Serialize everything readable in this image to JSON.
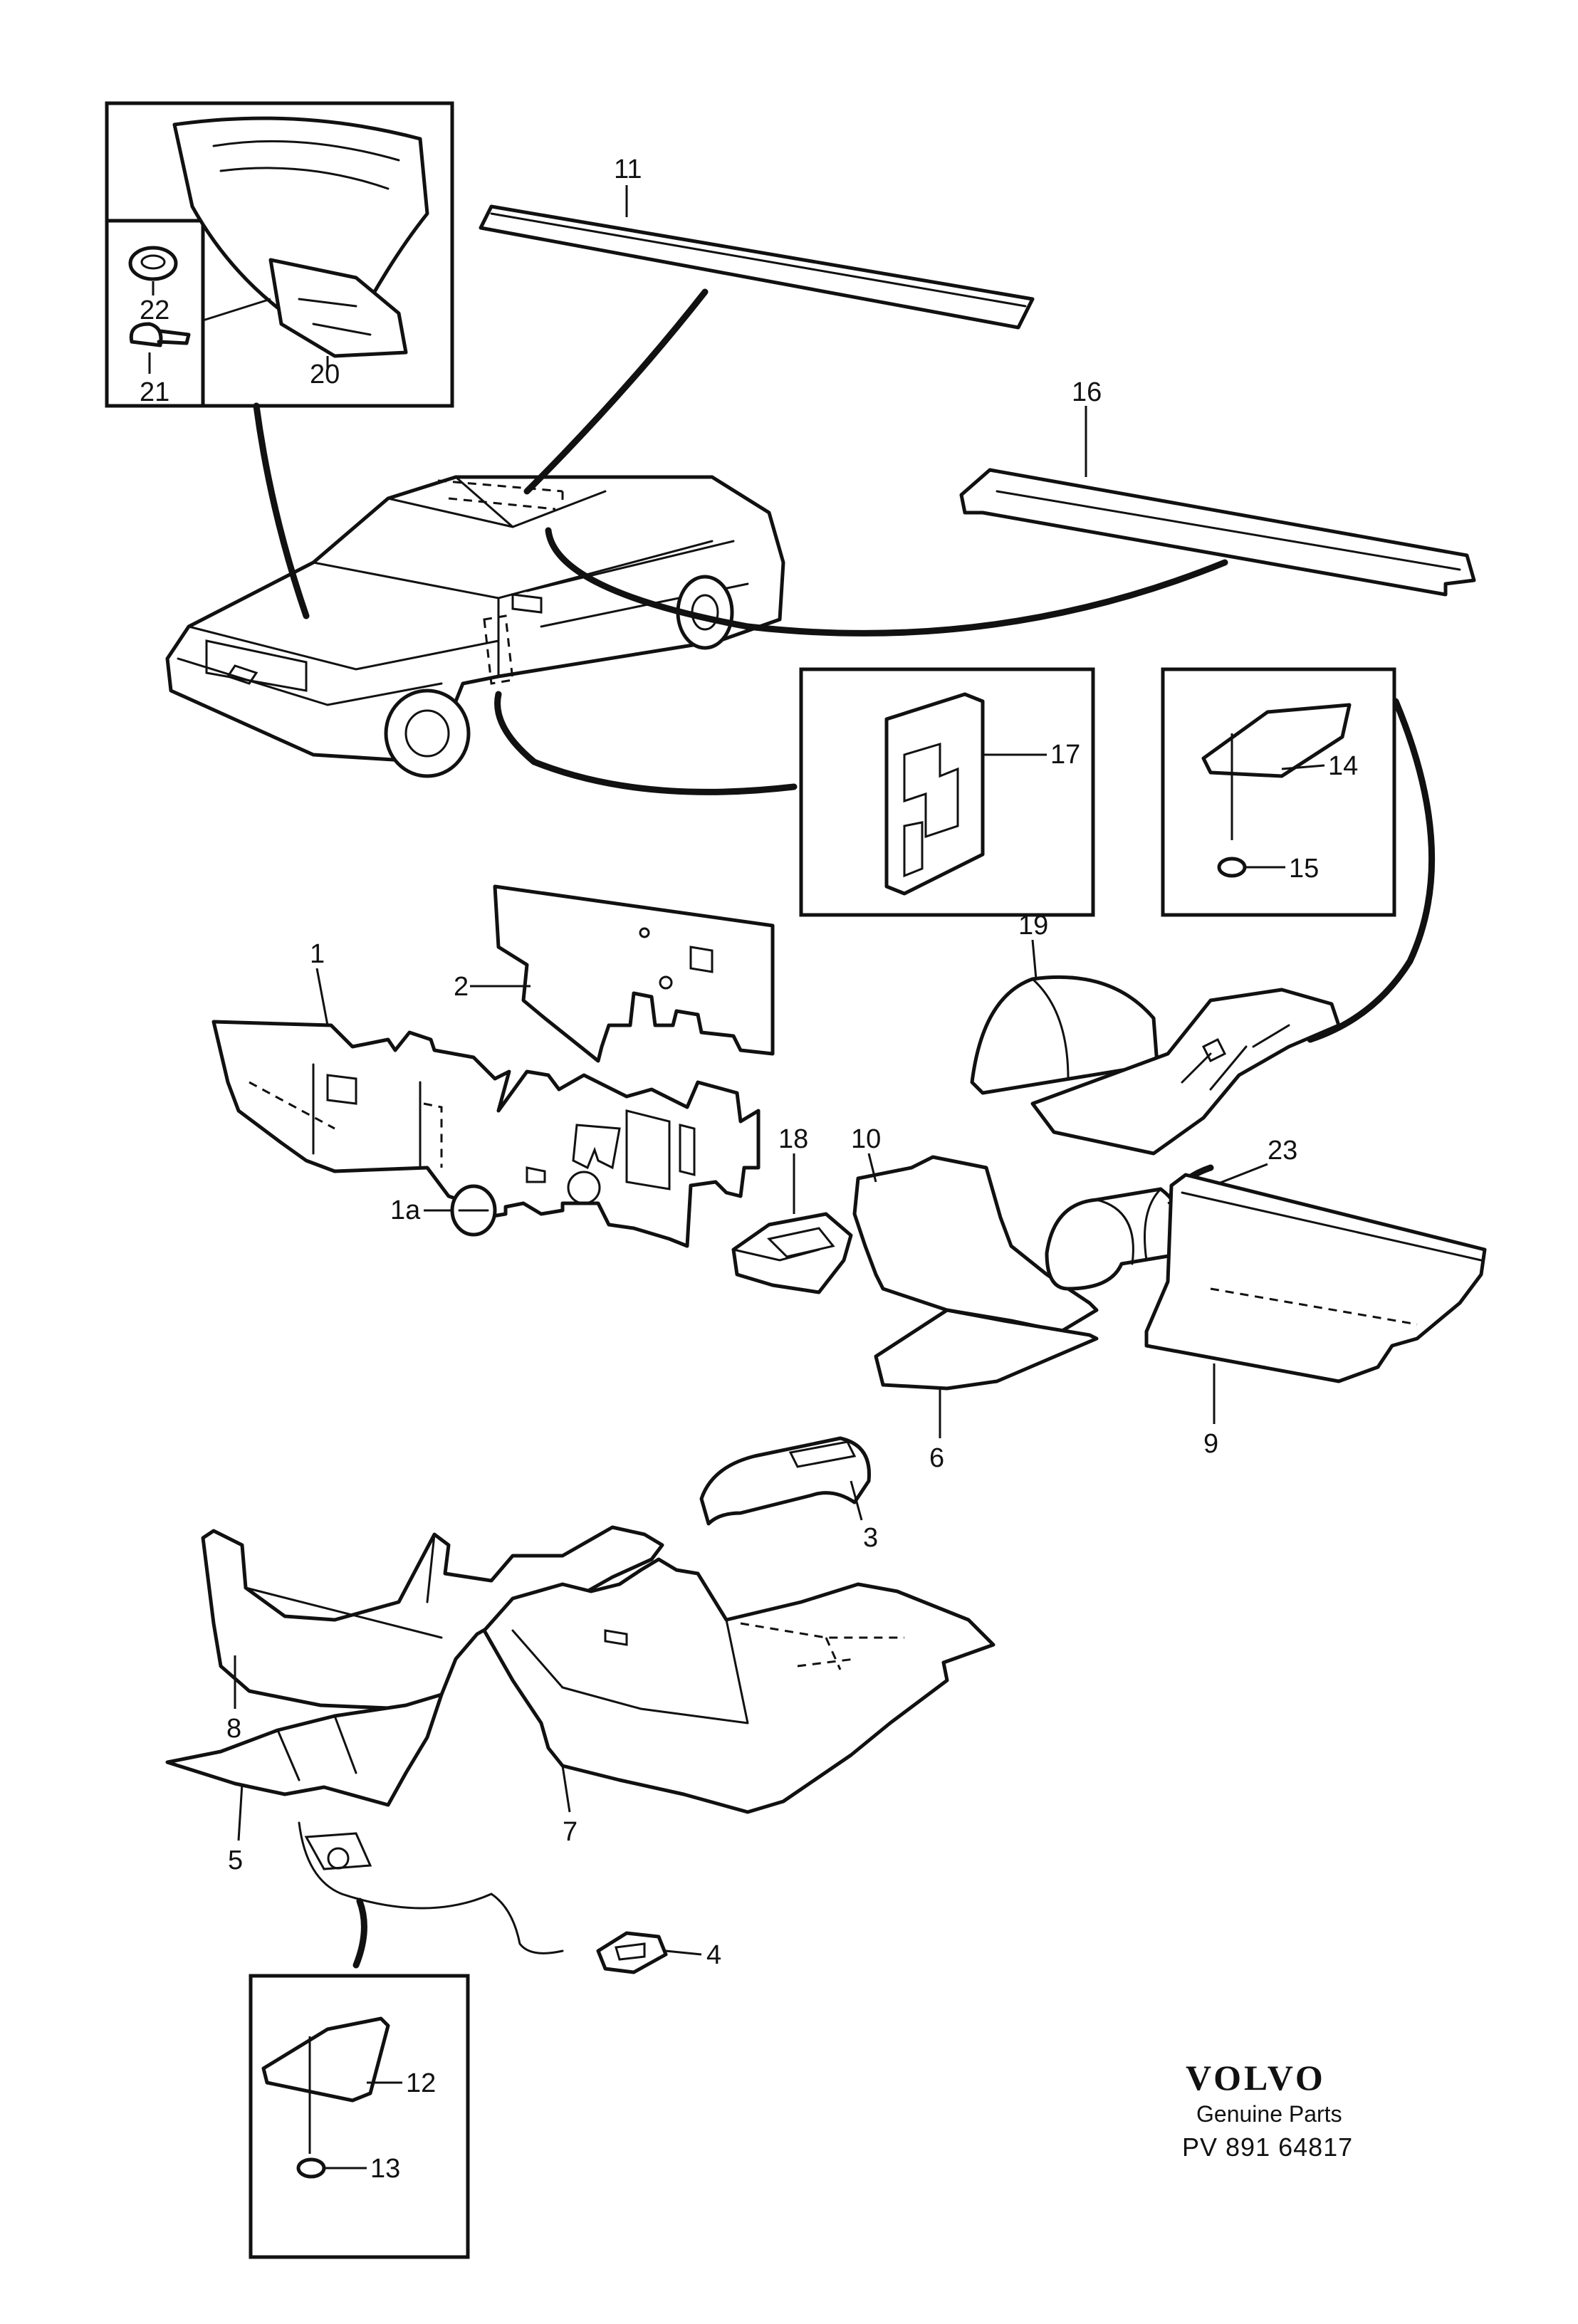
{
  "labels": {
    "p1": "1",
    "p1a": "1a",
    "p2": "2",
    "p3": "3",
    "p4": "4",
    "p5": "5",
    "p6": "6",
    "p7": "7",
    "p8": "8",
    "p9": "9",
    "p10": "10",
    "p11": "11",
    "p12": "12",
    "p13": "13",
    "p14": "14",
    "p15": "15",
    "p16": "16",
    "p17": "17",
    "p18": "18",
    "p19": "19",
    "p20": "20",
    "p21": "21",
    "p22": "22",
    "p23": "23"
  },
  "brand": {
    "logo": "VOLVO",
    "subtitle": "Genuine Parts",
    "code": "PV 891  64817"
  }
}
